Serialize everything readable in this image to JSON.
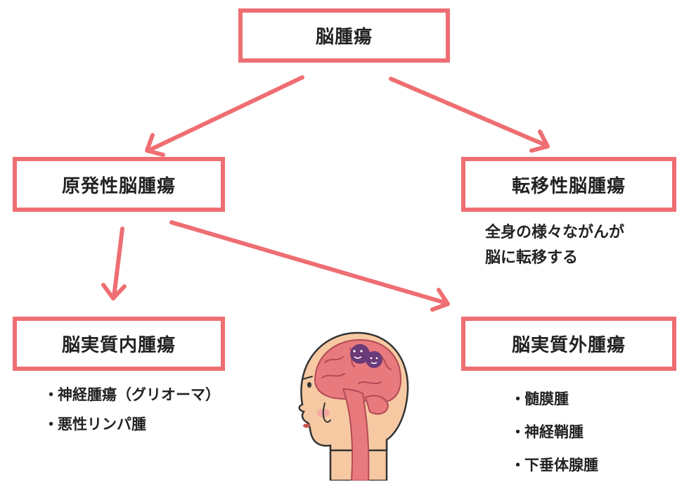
{
  "boxes": {
    "root": "脳腫瘍",
    "primary": "原発性脳腫瘍",
    "metastatic": "転移性脳腫瘍",
    "intra": "脳実質内腫瘍",
    "extra": "脳実質外腫瘍"
  },
  "metastatic_note": [
    "全身の様々ながんが",
    "脳に転移する"
  ],
  "intra_list": {
    "bullet": "・",
    "items": [
      "神経腫瘍（グリオーマ）",
      "悪性リンパ腫"
    ]
  },
  "extra_list": {
    "bullet": "・",
    "items": [
      "髄膜腫",
      "神経鞘腫",
      "下垂体腺腫"
    ]
  },
  "colors": {
    "accent": "#ee6e72",
    "text": "#222222",
    "skin": "#f7c9a3",
    "brain": "#e87a7e",
    "tumor": "#6b3a78"
  },
  "illustration": "brain-tumor-head-illustration"
}
